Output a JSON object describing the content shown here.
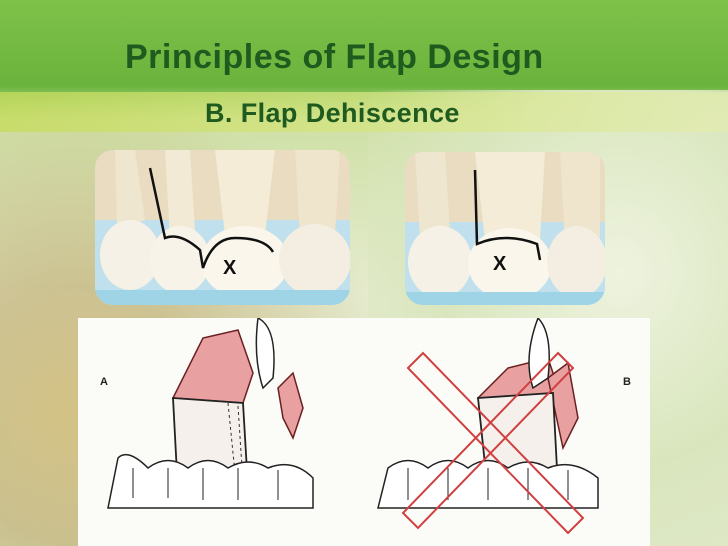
{
  "slide": {
    "title": "Principles of Flap Design",
    "subtitle": "B. Flap Dehiscence"
  },
  "photos": {
    "left_mark": "X",
    "right_mark": "X"
  },
  "drawing": {
    "label_a": "A",
    "label_b": "B"
  },
  "colors": {
    "title_green": "#1f5a1f",
    "header_green": "#6ab33c",
    "flap_pink": "#e8a0a0",
    "cross_red": "#d04040"
  }
}
